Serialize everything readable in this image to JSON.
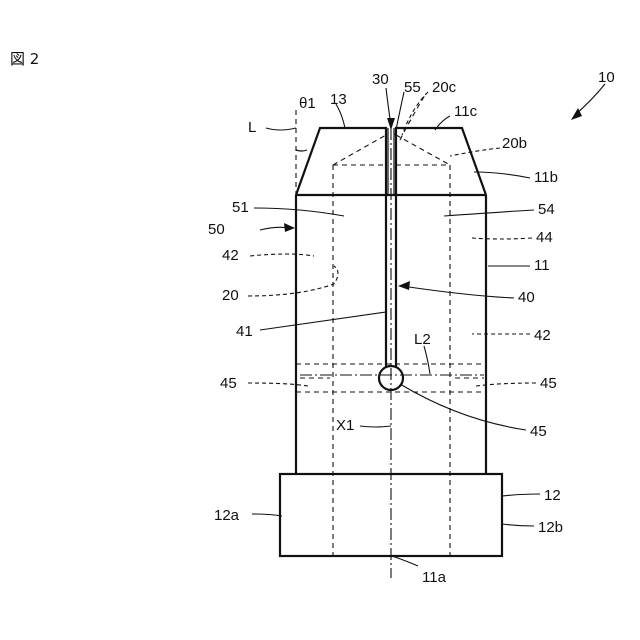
{
  "figure": {
    "title": "図 2"
  },
  "labels": {
    "l10": "10",
    "l30": "30",
    "l55": "55",
    "l20c": "20c",
    "l11c": "11c",
    "l13": "13",
    "theta1": "θ1",
    "lL": "L",
    "l20b": "20b",
    "l11b": "11b",
    "l51": "51",
    "l54": "54",
    "l50": "50",
    "l42a": "42",
    "l44": "44",
    "l11": "11",
    "l20": "20",
    "l40": "40",
    "l41": "41",
    "l42b": "42",
    "lL2": "L2",
    "l45a": "45",
    "l45b": "45",
    "lX1": "X1",
    "l45c": "45",
    "l12": "12",
    "l12a": "12a",
    "l12b": "12b",
    "l11a": "11a"
  }
}
